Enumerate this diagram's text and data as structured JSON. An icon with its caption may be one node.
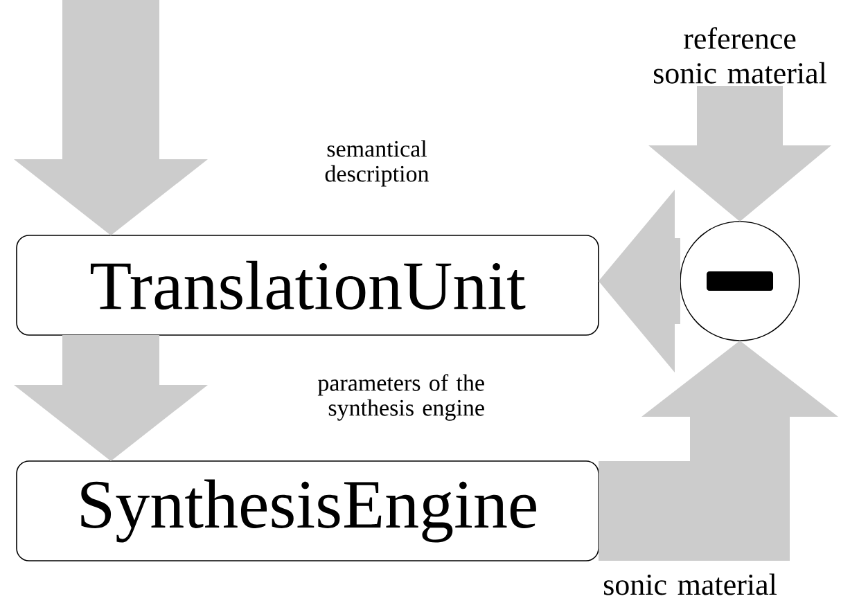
{
  "diagram": {
    "nodes": [
      {
        "text": [
          "TranslationUnit"
        ]
      },
      {
        "text": [
          "SynthesisEngine"
        ]
      },
      {
        "text": [],
        "shape": "circle"
      },
      {
        "text": [
          "reference sonic material"
        ]
      }
    ],
    "labels": [
      "semantical description",
      "parameters of the synthesis engine"
    ],
    "edges": [
      {
        "from": null,
        "to": 0,
        "arrow": "to"
      },
      {
        "from": 0,
        "to": 1,
        "arrow": "to"
      },
      {
        "from": 3,
        "to": 2,
        "arrow": "to"
      },
      {
        "from": 1,
        "to": 2,
        "arrow": "to",
        "label": "sonic material"
      },
      {
        "from": 2,
        "to": 0,
        "arrow": "to"
      }
    ]
  }
}
